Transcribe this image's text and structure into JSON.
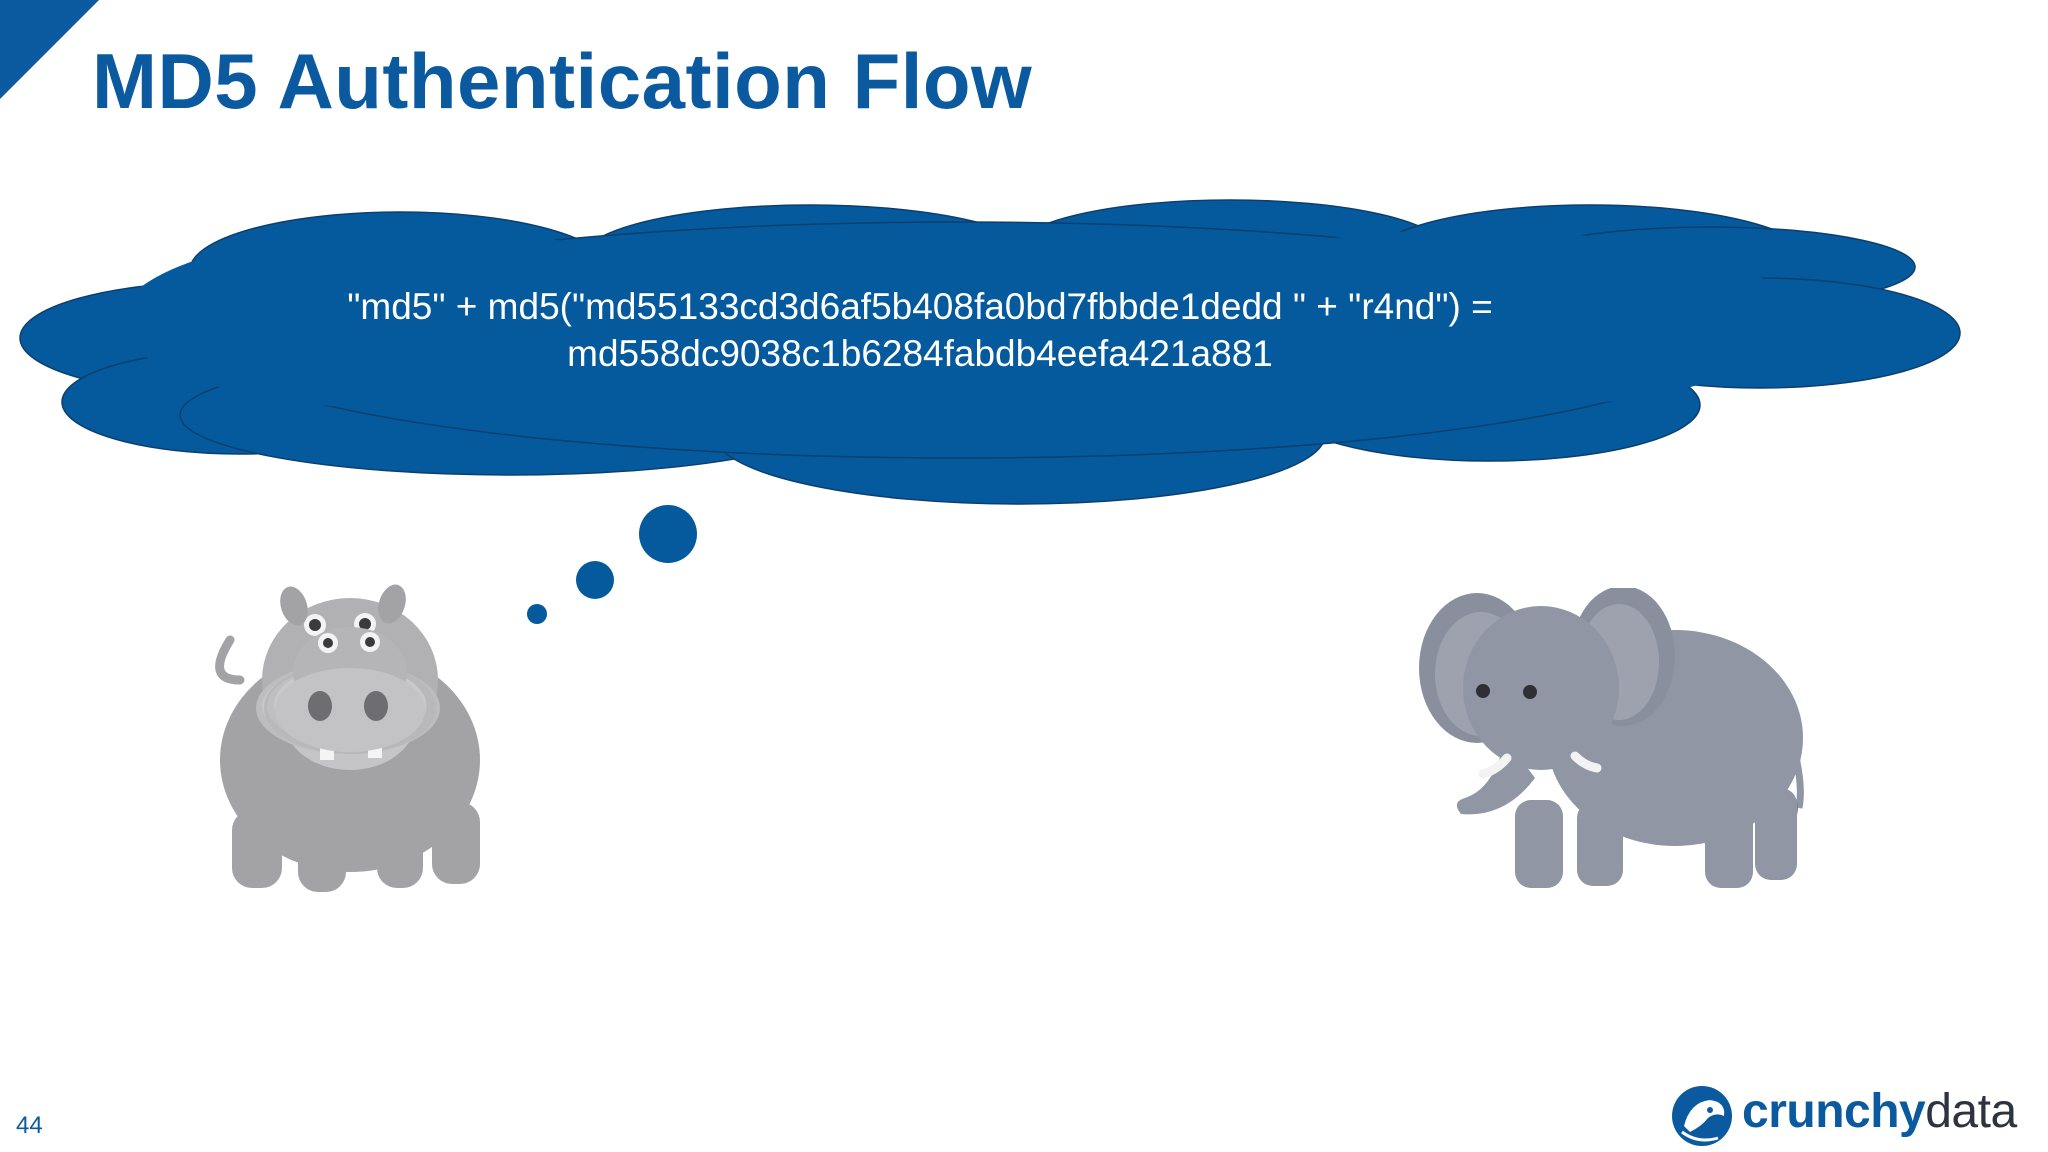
{
  "slide": {
    "title": "MD5 Authentication Flow",
    "page_number": "44"
  },
  "thought_bubble": {
    "line1": "\"md5\" + md5(\"md55133cd3d6af5b408fa0bd7fbbde1dedd \" + \"r4nd\") =",
    "line2": "md558dc9038c1b6284fabdb4eefa421a881"
  },
  "characters": {
    "left": "hippo-illustration",
    "right": "elephant-illustration"
  },
  "logo": {
    "word1": "crunchy",
    "word2": "data"
  },
  "colors": {
    "brand_blue": "#0b5aa0",
    "cloud_blue": "#045a9d",
    "animal_gray": "#a3a3a6",
    "elephant_gray": "#9196a4"
  }
}
